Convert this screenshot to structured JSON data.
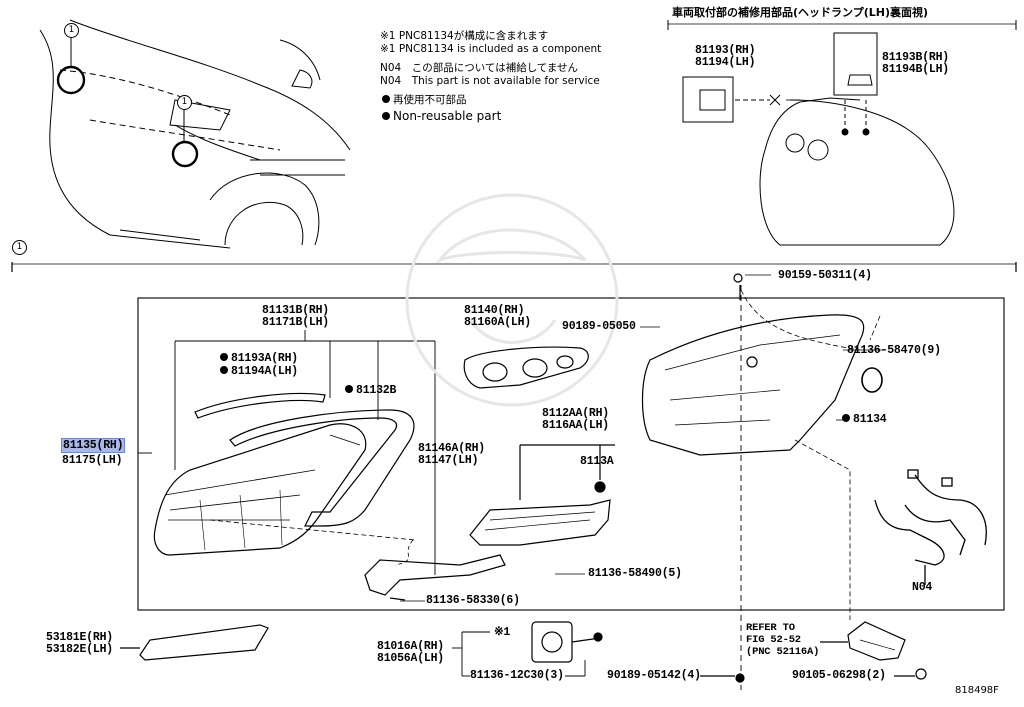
{
  "notes": {
    "line1_jp": "※1 PNC81134が構成に含まれます",
    "line1_en": "※1 PNC81134 is included as a component",
    "line2_jp": "N04　この部品については補給してません",
    "line2_en": "N04　This part is not available for service",
    "line3_jp": "再使用不可部品",
    "line3_en": "Non-reusable part"
  },
  "inset_title": "車両取付部の補修用部品(ヘッドランプ(LH)裏面視)",
  "callout_number": "1",
  "diagram_code": "818498F",
  "parts": {
    "p81193": "81193(RH)\n81194(LH)",
    "p81193B": "81193B(RH)\n81194B(LH)",
    "p90159": "90159-50311(4)",
    "p81131B": "81131B(RH)\n81171B(LH)",
    "p81140": "81140(RH)\n81160A(LH)",
    "p90189_05050": "90189-05050",
    "p81136_58470": "81136-58470(9)",
    "p81193A_rh": "81193A(RH)",
    "p81194A_lh": "81194A(LH)",
    "p81132B": "81132B",
    "p81134": "81134",
    "p81135": "81135(RH)",
    "p81175": "81175(LH)",
    "p8112AA": "8112AA(RH)\n8116AA(LH)",
    "p81146A": "81146A(RH)\n81147(LH)",
    "p8113A": "8113A",
    "p81136_58490": "81136-58490(5)",
    "p81136_58330": "81136-58330(6)",
    "pN04": "N04",
    "p53181E": "53181E(RH)\n53182E(LH)",
    "p81016A": "81016A(RH)\n81056A(LH)",
    "p_ref1": "※1",
    "p81136_12C30": "81136-12C30(3)",
    "p90189_05142": "90189-05142(4)",
    "p_refer": "REFER TO\nFIG 52-52\n(PNC 52116A)",
    "p90105": "90105-06298(2)"
  }
}
